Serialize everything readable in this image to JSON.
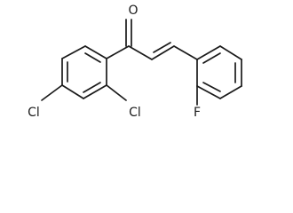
{
  "atoms": {
    "oxygen": "O",
    "chlorine_para": "Cl",
    "chlorine_ortho": "Cl",
    "fluorine": "F"
  }
}
